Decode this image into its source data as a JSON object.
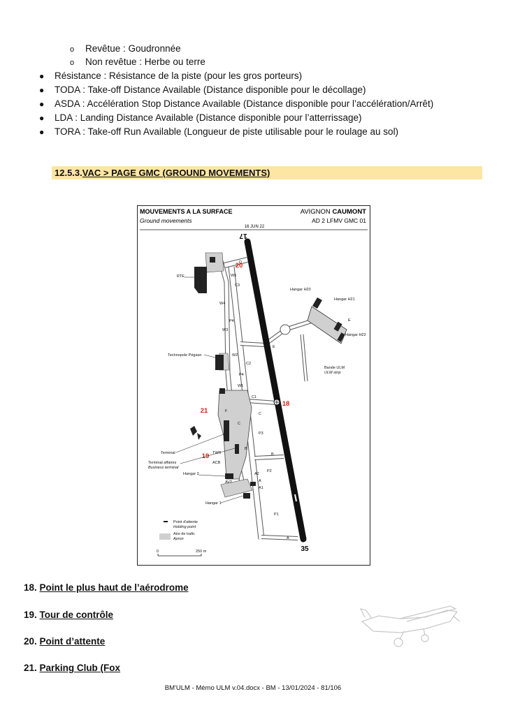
{
  "sub_items": [
    "Revêtue : Goudronnée",
    "Non revêtue : Herbe ou terre"
  ],
  "bullets": [
    "Résistance : Résistance de la piste (pour les gros porteurs)",
    "TODA : Take-off Distance Available (Distance disponible pour le décollage)",
    "ASDA : Accélération Stop Distance Available (Distance disponible pour l’accélération/Arrêt)",
    "LDA : Landing Distance Available (Distance disponible pour l’atterrissage)",
    "TORA : Take-off Run Available (Longueur de piste utilisable pour le roulage au sol)"
  ],
  "section": {
    "number": "12.5.3.",
    "title": "VAC > PAGE GMC (GROUND MOVEMENTS)"
  },
  "map": {
    "title": "MOUVEMENTS A LA SURFACE",
    "subtitle": "Ground movements",
    "airport_prefix": "AVIGNON",
    "airport_name": "CAUMONT",
    "code": "AD 2 LFMV GMC 01",
    "date": "16 JUN 22",
    "rwy_top": "17",
    "rwy_bottom": "35",
    "markers": {
      "m18": "18",
      "m19": "19",
      "m20": "20",
      "m21": "21"
    },
    "labels": {
      "rte": "RTE",
      "hangar_h20": "Hangar H20",
      "hangar_h21": "Hangar H21",
      "hangar_h22": "Hangar H22",
      "technopole": "Technopole Pégase",
      "bande_ulm": "Bande ULM",
      "ulm_strip": "ULM strip",
      "terminal": "Terminal",
      "terminal_affaires": "Terminal affaires",
      "business_terminal": "Business terminal",
      "twr": "TWR",
      "acb": "ACB",
      "hangar2": "Hangar 2",
      "avt": "AVT",
      "hangar1": "Hangar 1",
      "d": "D",
      "w5": "W5",
      "c3": "C3",
      "w4": "W4",
      "p4": "P4",
      "w3": "W3",
      "e": "E",
      "w2": "W2",
      "c2": "C2",
      "p4b": "P4",
      "w1": "W1",
      "c1": "C1",
      "c": "C",
      "p3": "P3",
      "b": "B",
      "p2": "P2",
      "a2": "A2",
      "a1": "A1",
      "p1": "P1",
      "a": "A",
      "stand_f": "F",
      "stand_c": "C",
      "stand_b": "B",
      "stand_a": "A",
      "stand_e": "E"
    },
    "legend": {
      "holding_fr": "Point d'attente",
      "holding_en": "Holding point",
      "apron_fr": "Aire de trafic",
      "apron_en": "Apron",
      "scale_start": "0",
      "scale_end": "250 m"
    }
  },
  "numbered": [
    {
      "num": "18.",
      "label": "Point le plus haut de l’aérodrome"
    },
    {
      "num": "19.",
      "label": "Tour de contrôle"
    },
    {
      "num": "20.",
      "label": "Point d’attente"
    },
    {
      "num": "21.",
      "label": "Parking Club (Fox"
    }
  ],
  "footer": "BM'ULM - Mémo ULM v.04.docx - BM - 13/01/2024 - 81/106",
  "colors": {
    "highlight": "#fde6a3",
    "marker_red": "#d8201a",
    "apron_grey": "#d0d0d0"
  }
}
